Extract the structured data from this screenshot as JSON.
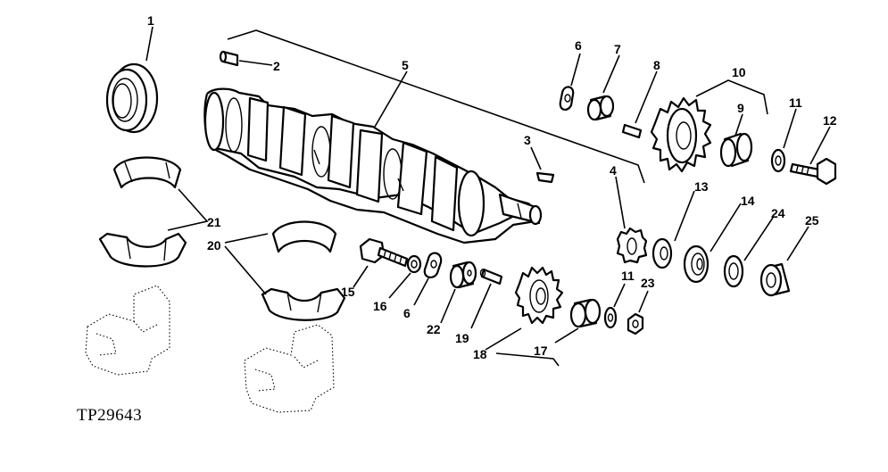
{
  "figure_id": "TP29643",
  "callouts": {
    "c1": "1",
    "c2": "2",
    "c3": "3",
    "c4": "4",
    "c5": "5",
    "c6a": "6",
    "c6b": "6",
    "c7": "7",
    "c8": "8",
    "c9": "9",
    "c10": "10",
    "c11a": "11",
    "c11b": "11",
    "c12": "12",
    "c13": "13",
    "c14": "14",
    "c15": "15",
    "c16": "16",
    "c17": "17",
    "c18": "18",
    "c19": "19",
    "c20": "20",
    "c21": "21",
    "c22": "22",
    "c23": "23",
    "c24": "24",
    "c25": "25"
  }
}
